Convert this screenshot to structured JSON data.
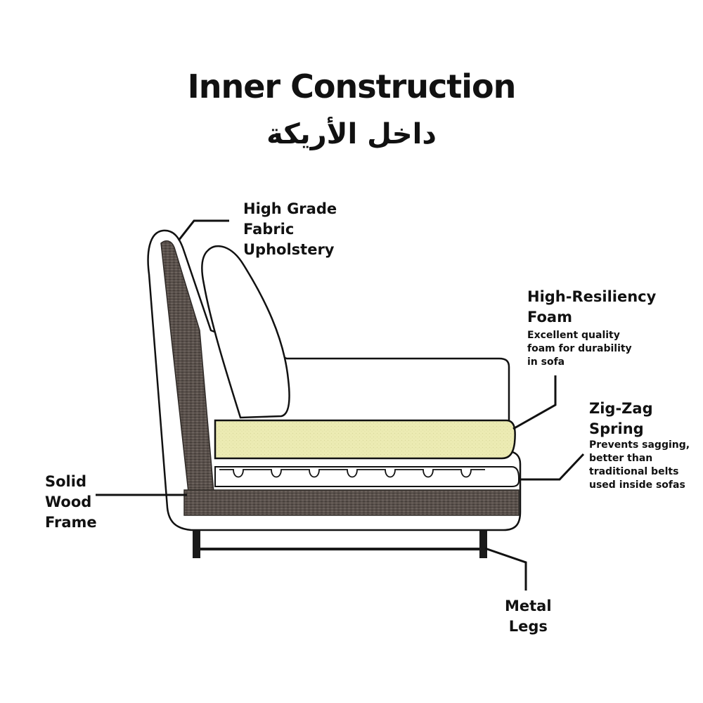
{
  "header": {
    "title": "Inner Construction",
    "subtitle": "داخل الأريكة"
  },
  "callouts": {
    "fabric": {
      "label": "High Grade\nFabric\nUpholstery"
    },
    "foam": {
      "label": "High-Resiliency\nFoam",
      "description": "Excellent quality\nfoam for durability\nin sofa"
    },
    "spring": {
      "label": "Zig-Zag\nSpring",
      "description": "Prevents sagging,\nbetter than\ntraditional belts\nused inside sofas"
    },
    "frame": {
      "label": "Solid\nWood\nFrame"
    },
    "legs": {
      "label": "Metal\nLegs"
    }
  },
  "colors": {
    "outline": "#111111",
    "foam": "#ecebb3",
    "wood": "#5a514c",
    "background": "#ffffff"
  }
}
